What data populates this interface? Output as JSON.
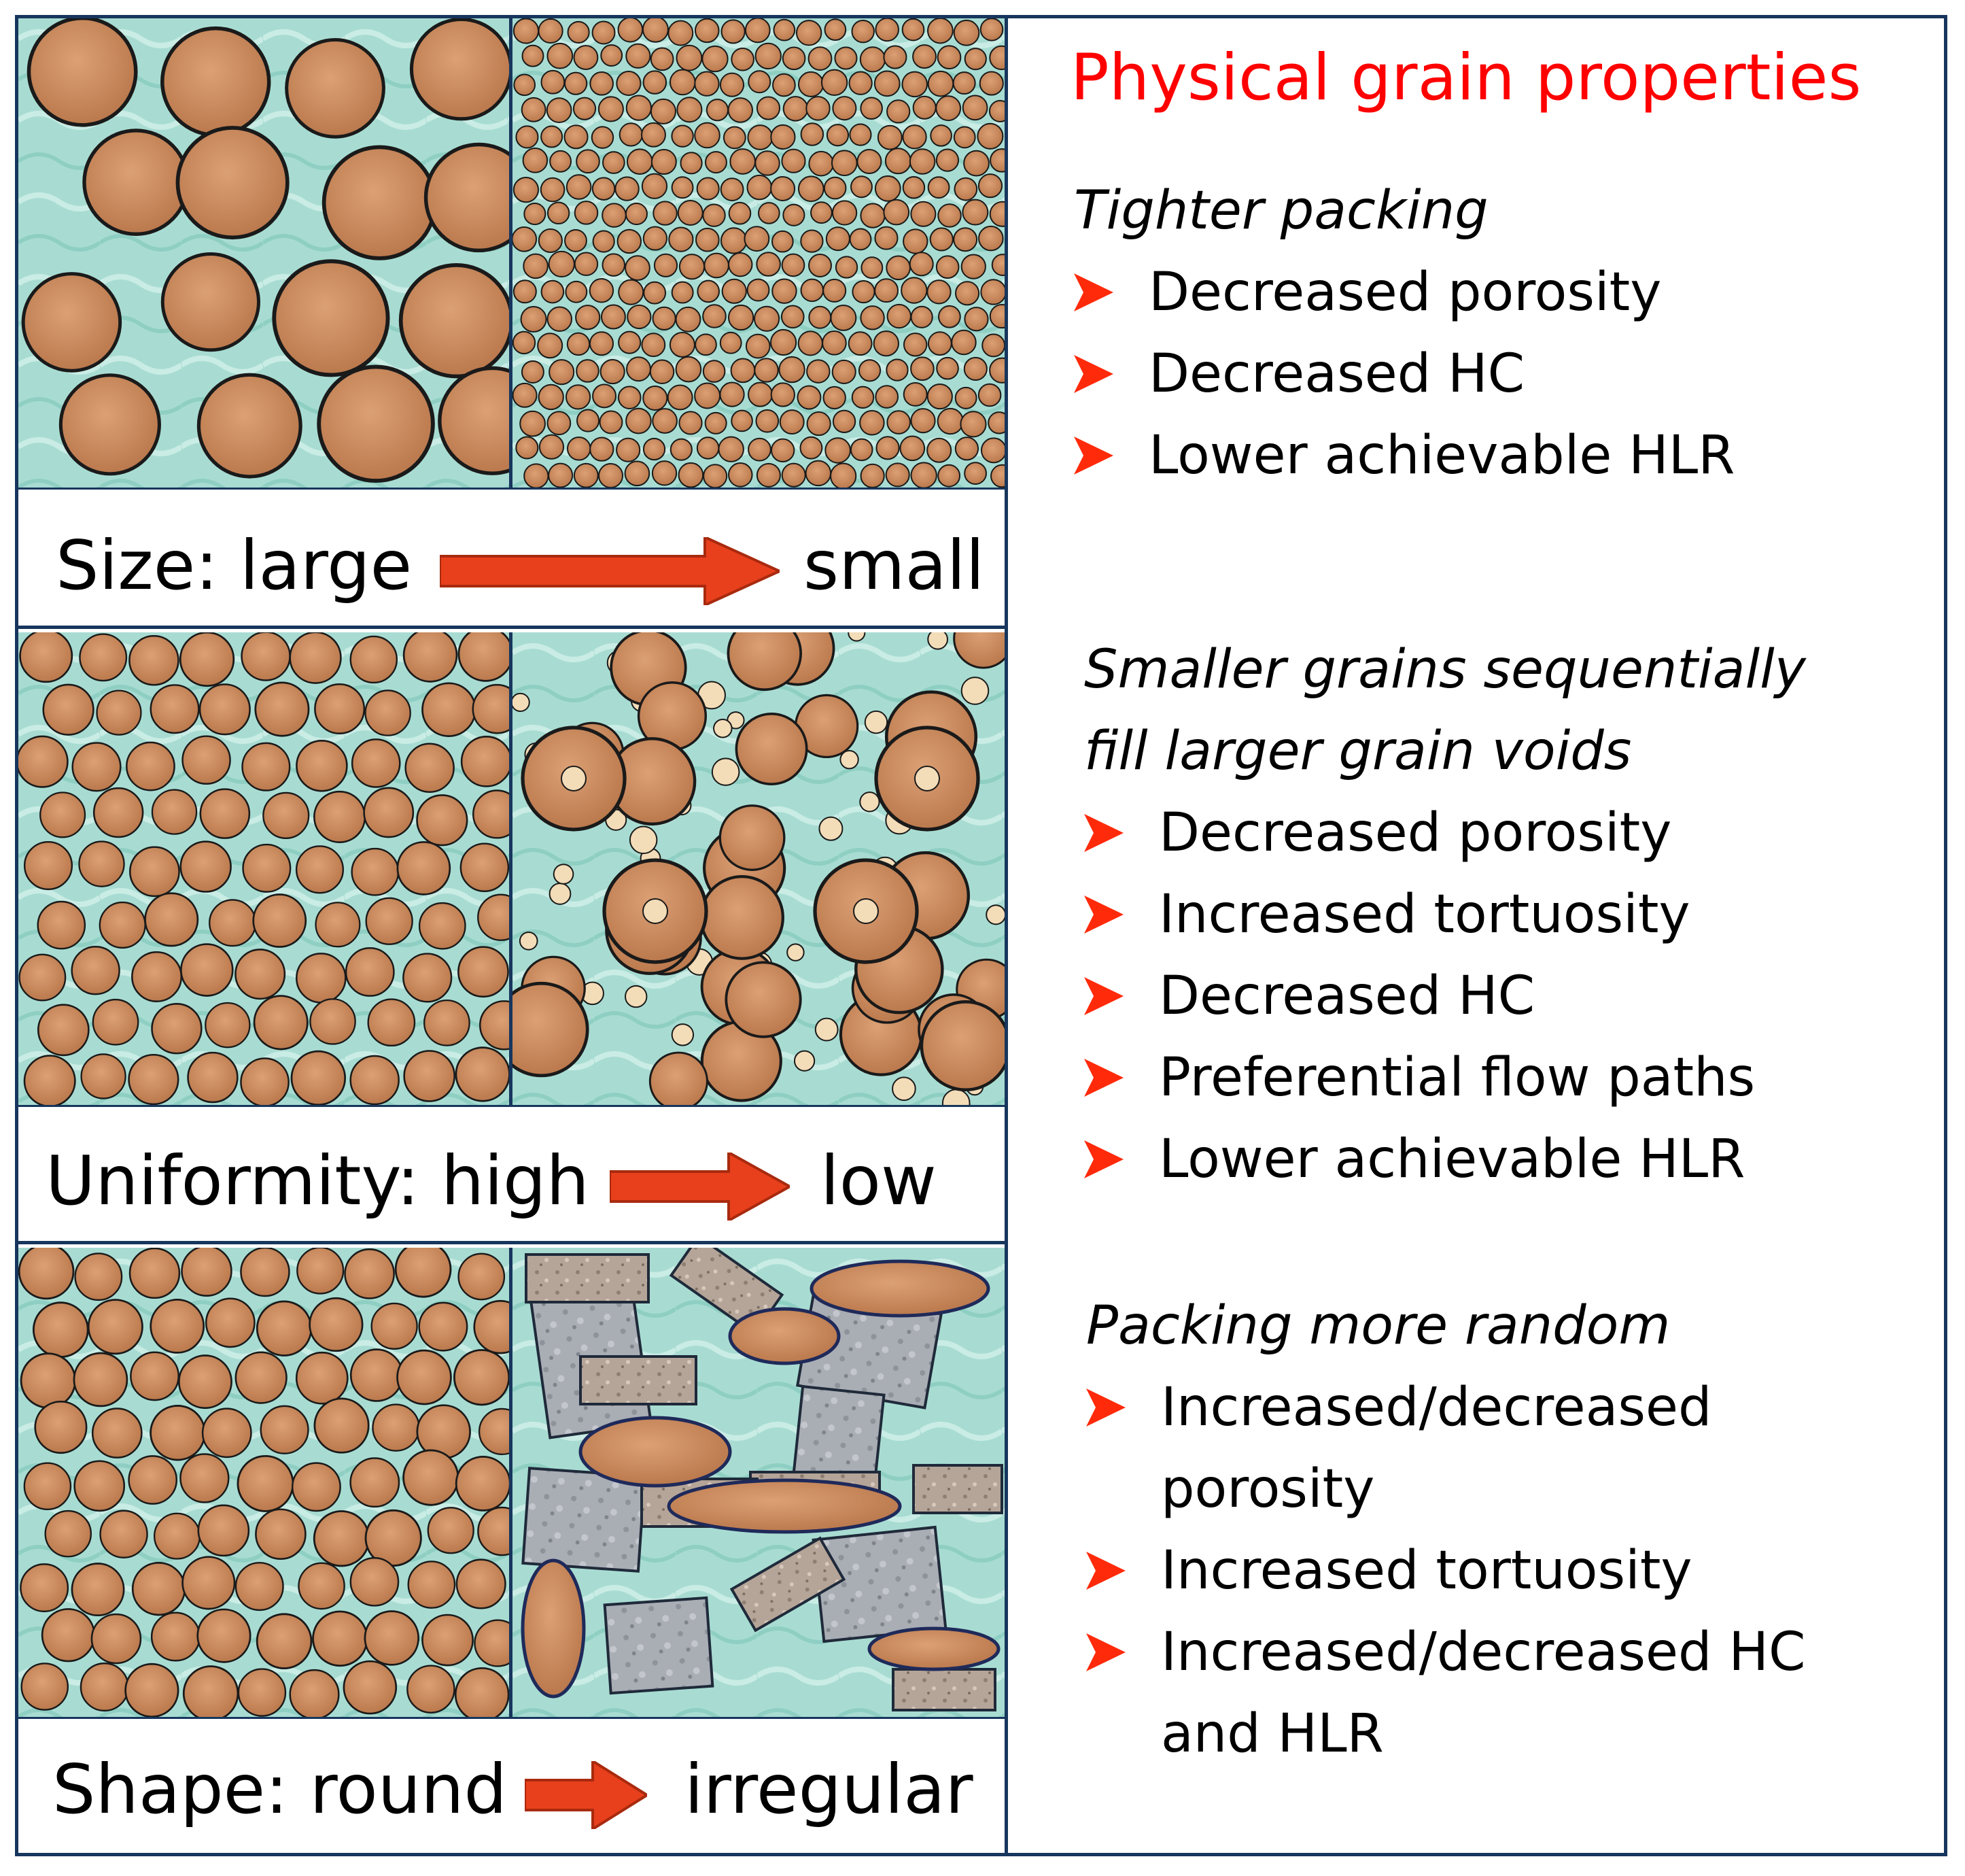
{
  "title": "Physical grain properties",
  "rows": [
    {
      "label_left": "Size: large",
      "label_right": "small"
    },
    {
      "label_left": "Uniformity: high",
      "label_right": "low"
    },
    {
      "label_left": "Shape: round",
      "label_right": "irregular"
    }
  ],
  "sections": [
    {
      "heading": [
        "Tighter packing"
      ],
      "items": [
        "Decreased porosity",
        "Decreased HC",
        "Lower achievable HLR"
      ]
    },
    {
      "heading": [
        "Smaller grains sequentially",
        "fill larger grain voids"
      ],
      "items": [
        "Decreased porosity",
        "Increased tortuosity",
        "Decreased HC",
        "Preferential flow paths",
        "Lower achievable HLR"
      ]
    },
    {
      "heading": [
        "Packing more random"
      ],
      "items": [
        "Increased/decreased porosity",
        "Increased tortuosity",
        "Increased/decreased HC and HLR"
      ]
    }
  ],
  "colors": {
    "grain": "#c98a5c",
    "grain_outline": "#1a1a1a",
    "fine_grain": "#f3dcb8",
    "water": "#a8dcd2",
    "rock": "#a9adb4",
    "rock_fine": "#b5a598",
    "arrow": "#e8401c",
    "border": "#17365d",
    "title": "#ff0000"
  },
  "icons": {
    "bullet": "arrowhead-bullet-icon",
    "row_arrow": "right-arrow-icon"
  }
}
